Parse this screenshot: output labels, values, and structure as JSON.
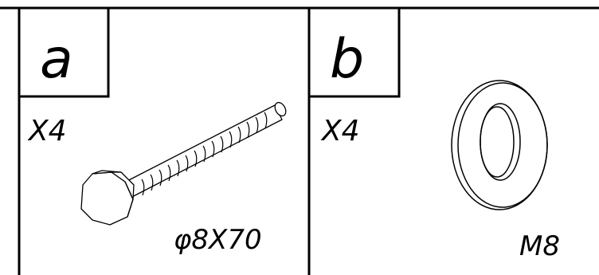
{
  "panels": [
    {
      "letter": "a",
      "quantity": "X4",
      "spec": "φ8X70",
      "part_icon": "hex-bolt-icon"
    },
    {
      "letter": "b",
      "quantity": "X4",
      "spec": "M8",
      "part_icon": "washer-icon"
    }
  ],
  "colors": {
    "line": "#000000",
    "background": "#ffffff"
  }
}
